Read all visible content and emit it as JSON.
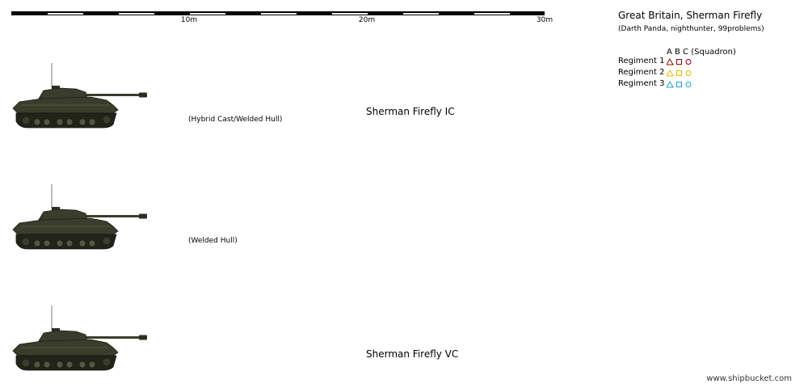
{
  "scale": {
    "labels": [
      "10m",
      "20m",
      "30m"
    ]
  },
  "header": {
    "title": "Great Britain, Sherman Firefly",
    "credits": "(Darth Panda, nighthunter, 99problems)"
  },
  "legend": {
    "columns_label": "A  B  C (Squadron)",
    "rows": [
      {
        "label": "Regiment 1",
        "color": "#990000"
      },
      {
        "label": "Regiment 2",
        "color": "#e6b800"
      },
      {
        "label": "Regiment 3",
        "color": "#1a9fd6"
      }
    ]
  },
  "tanks": [
    {
      "subtitle": "(Hybrid Cast/Welded Hull)",
      "variant": "Sherman Firefly IC"
    },
    {
      "subtitle": "(Welded Hull)",
      "variant": ""
    },
    {
      "subtitle": "",
      "variant": "Sherman Firefly VC"
    }
  ],
  "footer": {
    "watermark": "www.shipbucket.com"
  },
  "colors": {
    "hull": "#3b3d2c",
    "hull_dark": "#232419",
    "hull_light": "#55583f"
  }
}
